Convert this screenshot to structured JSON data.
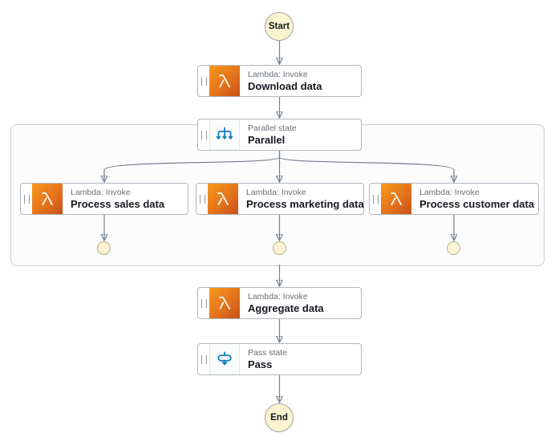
{
  "diagram": {
    "start_label": "Start",
    "end_label": "End",
    "nodes": [
      {
        "type_label": "Lambda: Invoke",
        "title": "Download data",
        "icon": "lambda-icon"
      },
      {
        "type_label": "Parallel state",
        "title": "Parallel",
        "icon": "parallel-icon"
      },
      {
        "type_label": "Lambda: Invoke",
        "title": "Process sales data",
        "icon": "lambda-icon"
      },
      {
        "type_label": "Lambda: Invoke",
        "title": "Process marketing data",
        "icon": "lambda-icon"
      },
      {
        "type_label": "Lambda: Invoke",
        "title": "Process customer data",
        "icon": "lambda-icon"
      },
      {
        "type_label": "Lambda: Invoke",
        "title": "Aggregate data",
        "icon": "lambda-icon"
      },
      {
        "type_label": "Pass state",
        "title": "Pass",
        "icon": "pass-icon"
      }
    ],
    "colors": {
      "lambda_gradient_top": "#F8991D",
      "lambda_gradient_bottom": "#C8511B",
      "flow_icon_blue": "#0C7BBB",
      "node_border": "#AEB8C2",
      "group_border": "#C6CED6",
      "connector_line": "#75818D",
      "arrowhead": "#3F4A54",
      "terminal_fill": "#FBF4D1",
      "terminal_border": "#9EA39B",
      "type_text": "#687078",
      "title_text": "#16191F"
    }
  }
}
